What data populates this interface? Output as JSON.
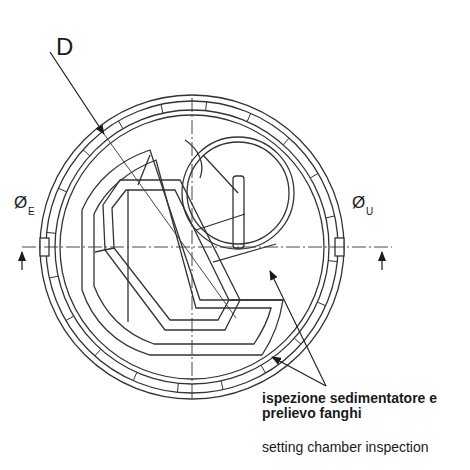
{
  "diagram": {
    "labels": [
      "D",
      "Ø",
      "E",
      "Ø",
      "U",
      "ispezione sedimentatore e prelievo fanghi",
      "setting chamber inspection"
    ]
  }
}
